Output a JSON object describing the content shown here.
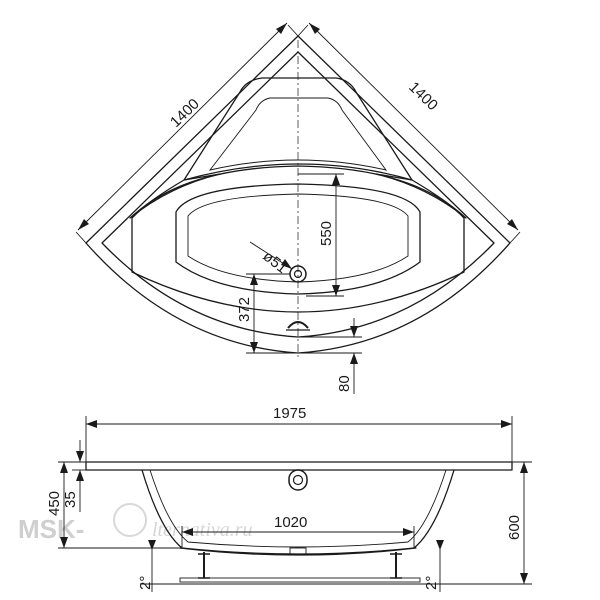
{
  "top_view": {
    "side_a": "1400",
    "side_b": "1400",
    "drain_diameter": "ø51",
    "drain_to_front": "550",
    "overflow_offset": "372",
    "front_offset": "80"
  },
  "side_view": {
    "overall_length": "1975",
    "inner_length": "1020",
    "total_height": "600",
    "depth": "450",
    "rim_thickness": "35",
    "slope_left": "2°",
    "slope_right": "2°"
  },
  "watermark": {
    "text_left": "MSK-",
    "text_right": "lternativa.ru"
  }
}
